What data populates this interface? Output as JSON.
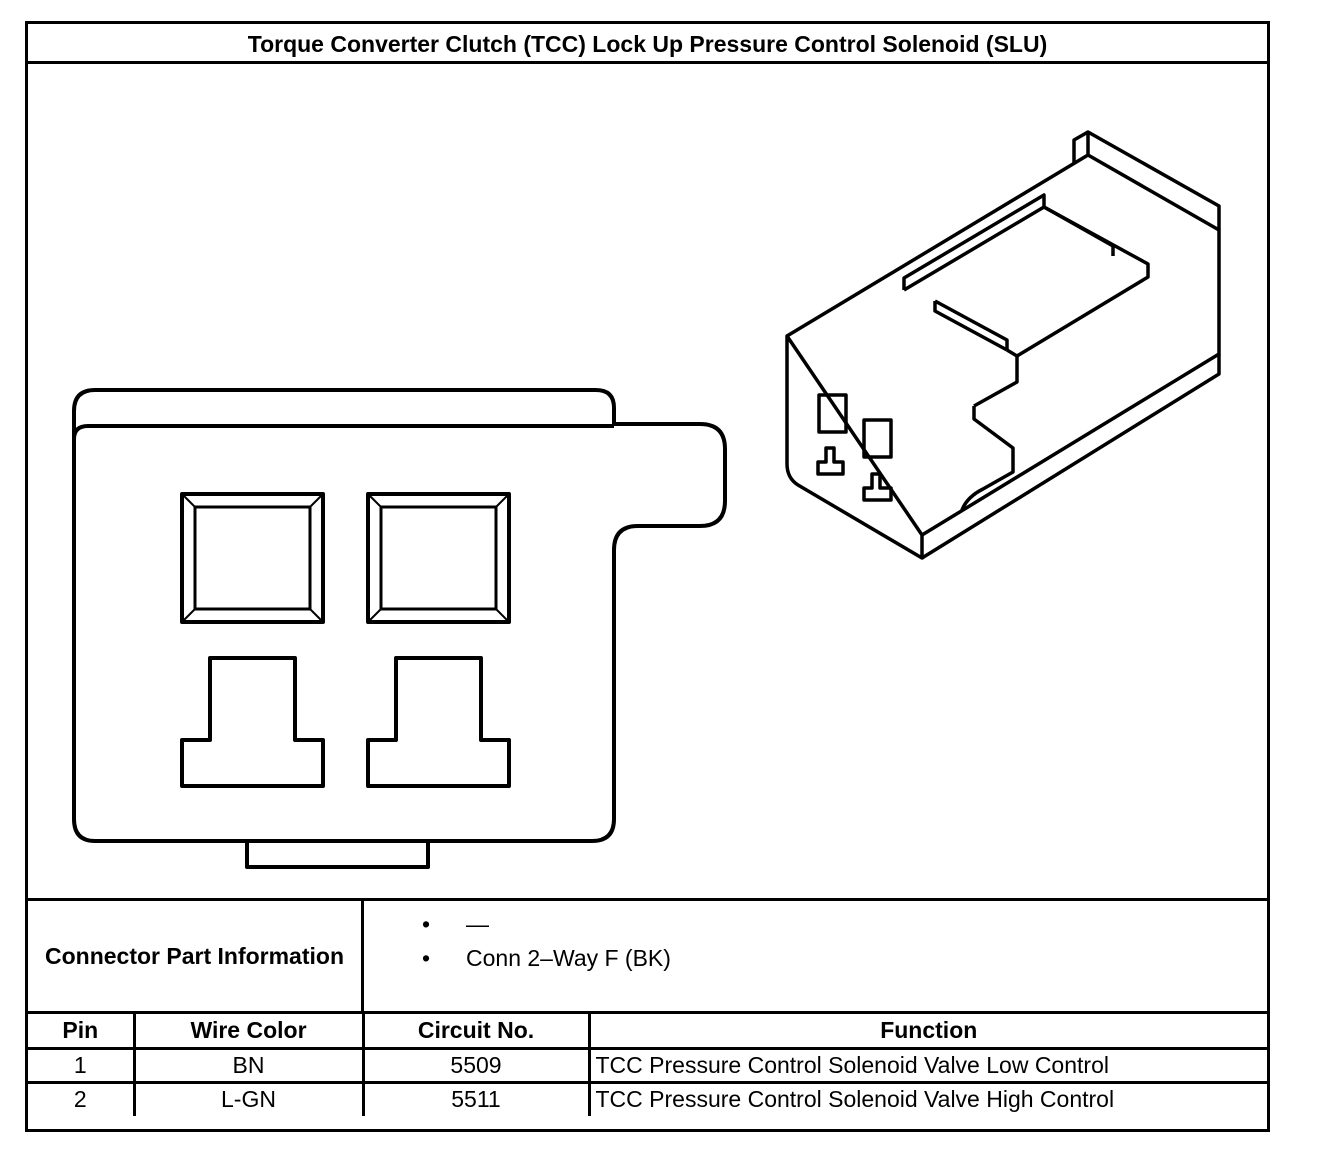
{
  "title": "Torque Converter Clutch (TCC) Lock Up Pressure Control Solenoid (SLU)",
  "connector_part_information": {
    "label": "Connector Part Information",
    "items": [
      "—",
      "Conn 2–Way F (BK)"
    ]
  },
  "pin_table": {
    "headers": [
      "Pin",
      "Wire Color",
      "Circuit No.",
      "Function"
    ],
    "rows": [
      {
        "pin": "1",
        "wire_color": "BN",
        "circuit": "5509",
        "function": "TCC Pressure Control Solenoid Valve Low Control"
      },
      {
        "pin": "2",
        "wire_color": "L-GN",
        "circuit": "5511",
        "function": "TCC Pressure Control Solenoid Valve High Control"
      }
    ]
  },
  "colors": {
    "line": "#000000",
    "background": "#ffffff"
  }
}
